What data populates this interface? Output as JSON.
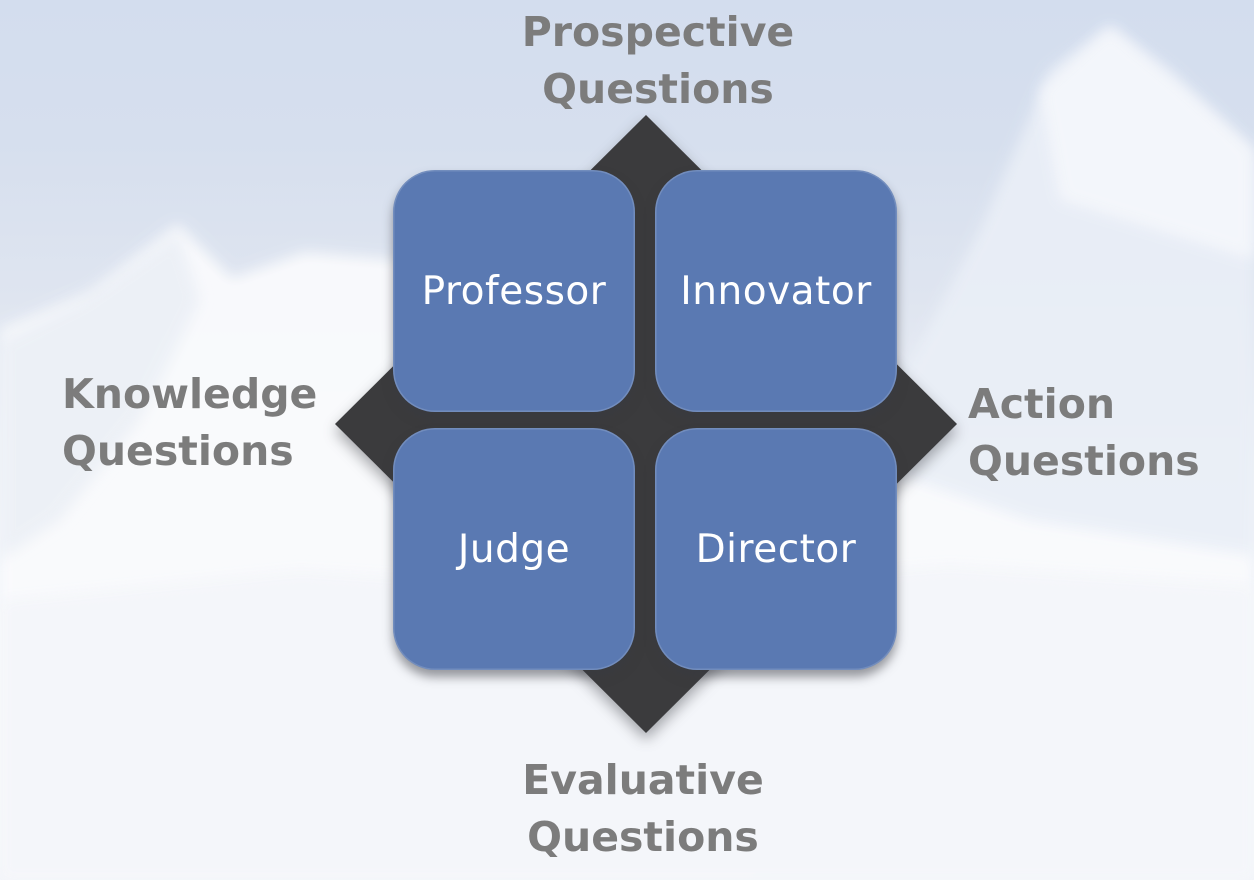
{
  "diagram": {
    "type": "quadrant-diamond",
    "colors": {
      "box_fill": "#5a79b2",
      "diamond_fill": "#3b3b3d",
      "axis_label_text": "#7c7c7c",
      "box_text": "#ffffff",
      "sky": "#d3ddee",
      "snow": "#f4f6fa"
    },
    "axis_labels": {
      "top": {
        "line1": "Prospective",
        "line2": "Questions"
      },
      "right": {
        "line1": "Action",
        "line2": "Questions"
      },
      "bottom": {
        "line1": "Evaluative",
        "line2": "Questions"
      },
      "left": {
        "line1": "Knowledge",
        "line2": "Questions"
      }
    },
    "quadrants": [
      {
        "position": "top-left",
        "label": "Professor"
      },
      {
        "position": "top-right",
        "label": "Innovator"
      },
      {
        "position": "bottom-left",
        "label": "Judge"
      },
      {
        "position": "bottom-right",
        "label": "Director"
      }
    ]
  }
}
